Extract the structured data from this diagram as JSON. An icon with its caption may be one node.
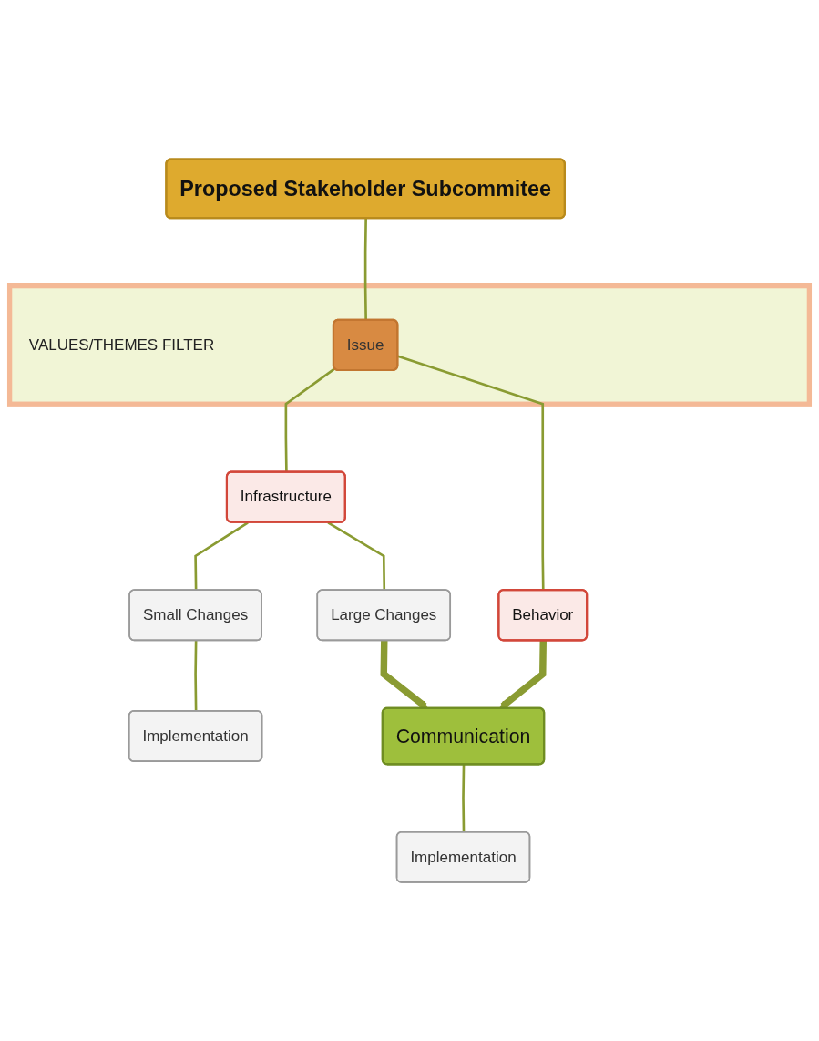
{
  "diagram": {
    "nodes": [
      {
        "text": [
          "Proposed Stakeholder Subcommitee"
        ]
      },
      {
        "text": [
          "VALUES/THEMES FILTER"
        ]
      },
      {
        "text": [
          "Issue"
        ],
        "in": 1
      },
      {
        "text": [
          "Infrastructure"
        ]
      },
      {
        "text": [
          "Behavior"
        ]
      },
      {
        "text": [
          "Small Changes"
        ]
      },
      {
        "text": [
          "Large Changes"
        ]
      },
      {
        "text": [
          "Communication"
        ]
      },
      {
        "text": [
          "Implementation"
        ]
      },
      {
        "text": [
          "Implementation"
        ]
      }
    ],
    "edges": [
      {
        "from": 0,
        "to": 2,
        "arrow": "none"
      },
      {
        "from": 2,
        "to": 3,
        "arrow": "none"
      },
      {
        "from": 2,
        "to": 4,
        "arrow": "none"
      },
      {
        "from": 3,
        "to": 5,
        "arrow": "none"
      },
      {
        "from": 3,
        "to": 6,
        "arrow": "none"
      },
      {
        "from": 6,
        "to": 7,
        "arrow": "to",
        "style": "thick"
      },
      {
        "from": 4,
        "to": 7,
        "arrow": "to",
        "style": "thick"
      },
      {
        "from": 5,
        "to": 8,
        "arrow": "none"
      },
      {
        "from": 7,
        "to": 9,
        "arrow": "none"
      }
    ]
  }
}
